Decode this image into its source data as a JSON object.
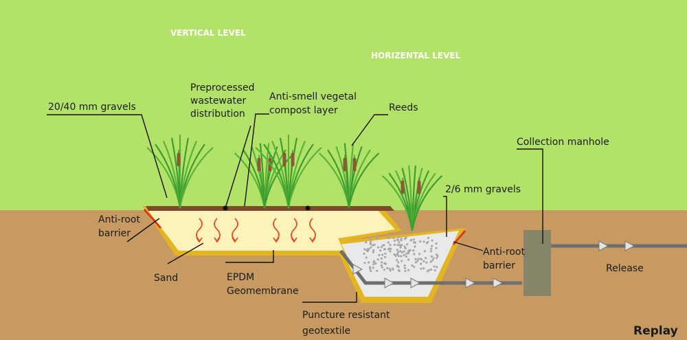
{
  "levels": {
    "vertical": "VERTICAL LEVEL",
    "horizontal": "HORIZENTAL LEVEL"
  },
  "labels": {
    "gravels_20_40": "20/40 mm gravels",
    "preprocessed_1": "Preprocessed",
    "preprocessed_2": "wastewater",
    "preprocessed_3": "distribution",
    "compost_1": "Anti-smell vegetal",
    "compost_2": "compost layer",
    "reeds": "Reeds",
    "collection_manhole": "Collection manhole",
    "gravels_2_6": "2/6 mm gravels",
    "anti_root_left_1": "Anti-root",
    "anti_root_left_2": "barrier",
    "sand": "Sand",
    "epdm_1": "EPDM",
    "epdm_2": "Geomembrane",
    "puncture_1": "Puncture resistant",
    "puncture_2": "geotextile",
    "anti_root_right_1": "Anti-root",
    "anti_root_right_2": "barrier",
    "release": "Release"
  },
  "controls": {
    "replay": "Replay"
  },
  "colors": {
    "sky": "#b3e269",
    "soil": "#c79a62",
    "sand_bed": "#fbf3bb",
    "gravel_bed": "#e9e9e9",
    "membrane": "#e3b522",
    "compost": "#7a4a2b",
    "anti_root": "#d83a2a",
    "reed_leaf": "#3c9d2e",
    "reed_head": "#8a5a35",
    "pipe": "#6e6e6e",
    "manhole": "#858468",
    "flow_arrow": "#e2501f"
  }
}
